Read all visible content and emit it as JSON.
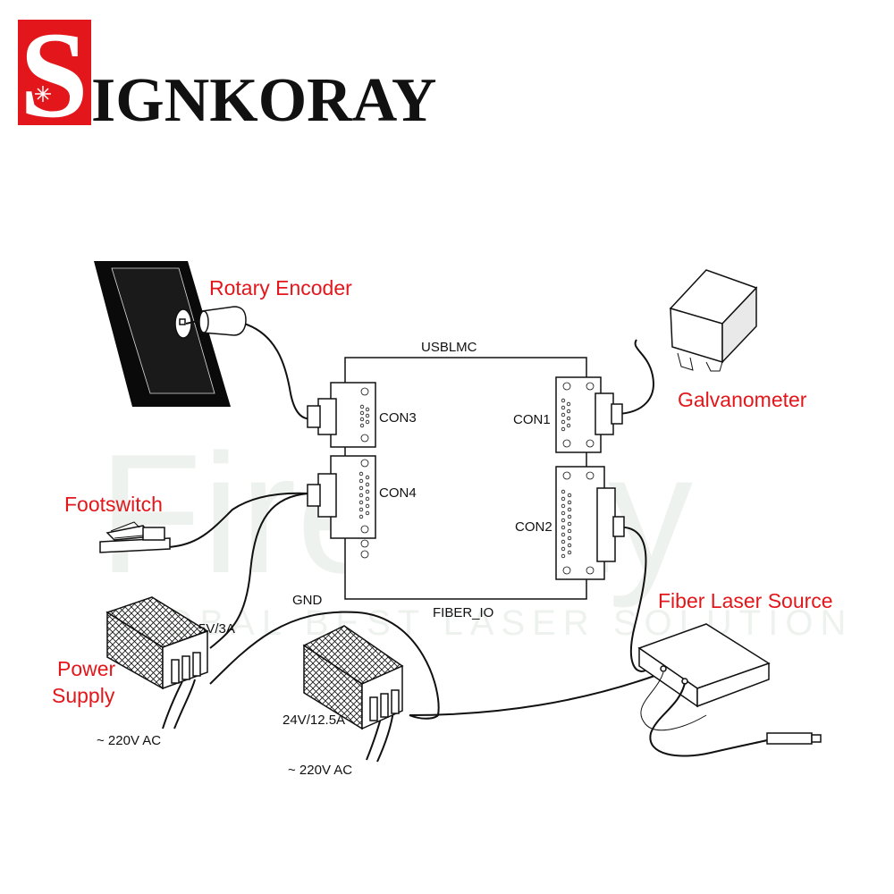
{
  "brand": {
    "initial": "S",
    "rest": "IGNKORAY"
  },
  "watermark": {
    "text": "FireRay",
    "tagline": "GLOBAL BEST LASER SOLUTION"
  },
  "board": {
    "top_label": "USBLMC",
    "bottom_label": "FIBER_IO"
  },
  "connectors": {
    "con1": "CON1",
    "con2": "CON2",
    "con3": "CON3",
    "con4": "CON4"
  },
  "devices": {
    "rotary_encoder": "Rotary Encoder",
    "galvanometer": "Galvanometer",
    "footswitch": "Footswitch",
    "power_supply_line1": "Power",
    "power_supply_line2": "Supply",
    "fiber_laser": "Fiber Laser Source"
  },
  "annotations": {
    "gnd": "GND",
    "psu_small_rating": "5V/3A",
    "psu_large_rating": "24V/12.5A",
    "ac_left": "~ 220V AC",
    "ac_right": "~ 220V AC"
  },
  "colors": {
    "label_red": "#e3171b",
    "logo_red": "#e3171b",
    "line": "#111111"
  }
}
